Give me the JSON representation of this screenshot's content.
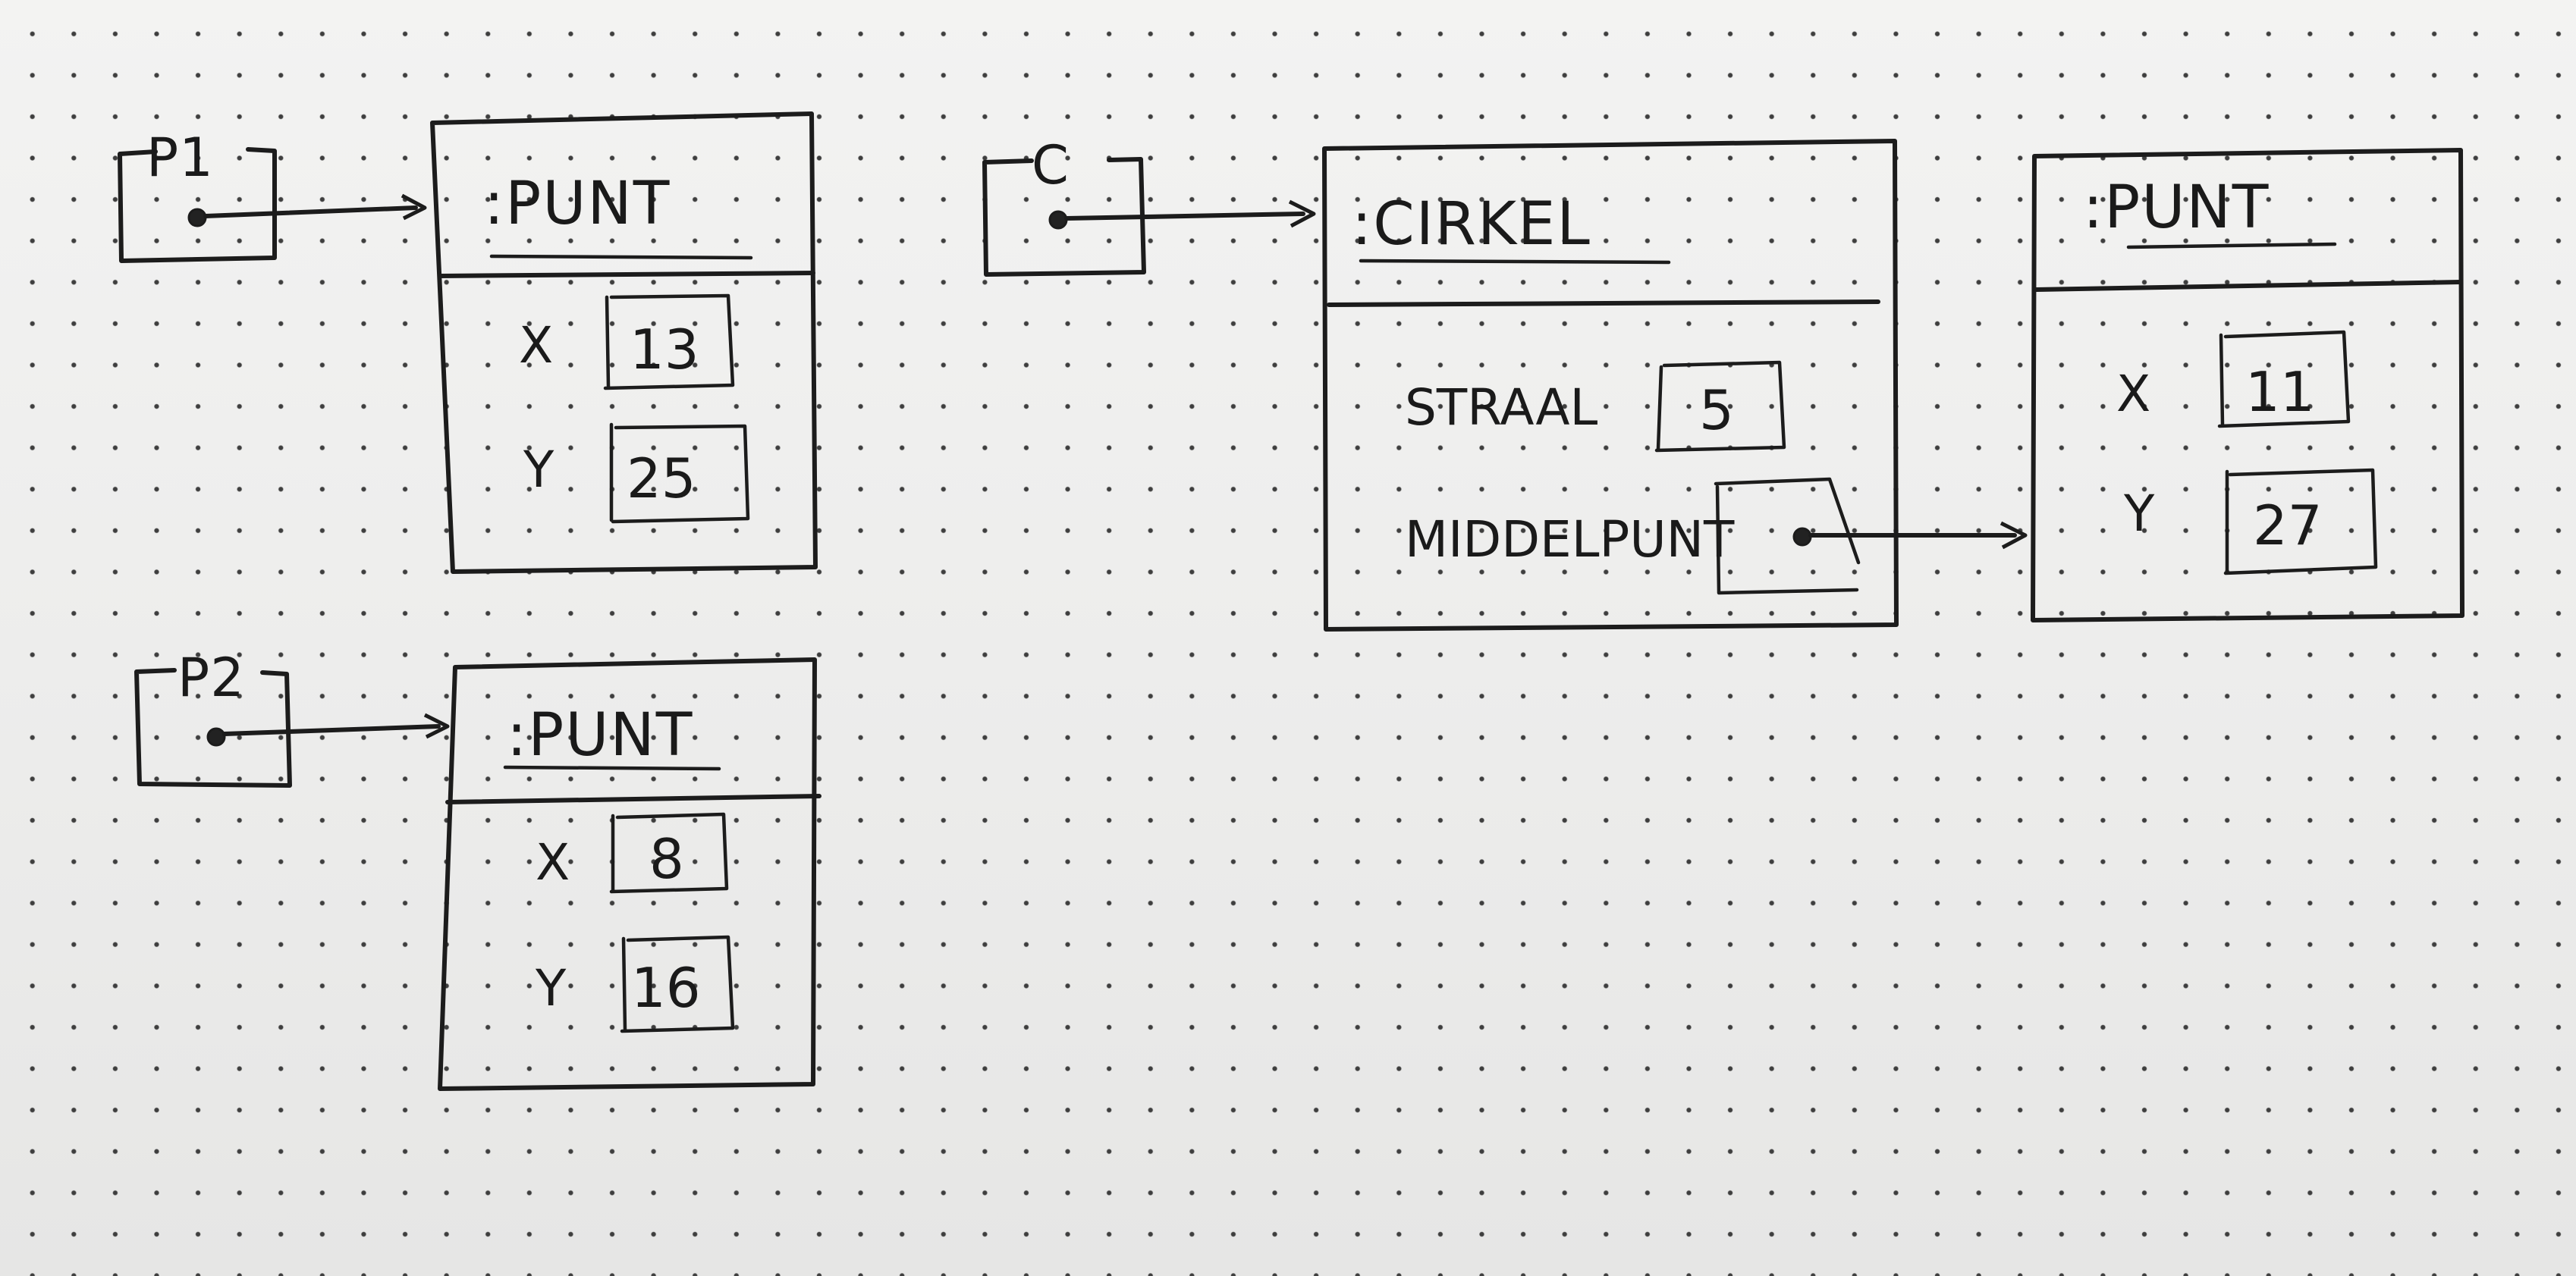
{
  "references": [
    {
      "id": "p1",
      "label": "P1"
    },
    {
      "id": "p2",
      "label": "P2"
    },
    {
      "id": "c",
      "label": "C"
    }
  ],
  "objects": {
    "punt1": {
      "header": ":PUNT",
      "fields": [
        {
          "name": "X",
          "value": "13"
        },
        {
          "name": "Y",
          "value": "25"
        }
      ]
    },
    "punt2": {
      "header": ":PUNT",
      "fields": [
        {
          "name": "X",
          "value": "8"
        },
        {
          "name": "Y",
          "value": "16"
        }
      ]
    },
    "cirkel": {
      "header": ":CIRKEL",
      "fields": [
        {
          "name": "STRAAL",
          "value": "5"
        },
        {
          "name": "MIDDELPUNT",
          "value": ""
        }
      ]
    },
    "punt3": {
      "header": ":PUNT",
      "fields": [
        {
          "name": "X",
          "value": "11"
        },
        {
          "name": "Y",
          "value": "27"
        }
      ]
    }
  },
  "colors": {
    "ink": "#1c1c1c",
    "paper": "#efefee",
    "grid_dot": "#3e3e3e"
  }
}
